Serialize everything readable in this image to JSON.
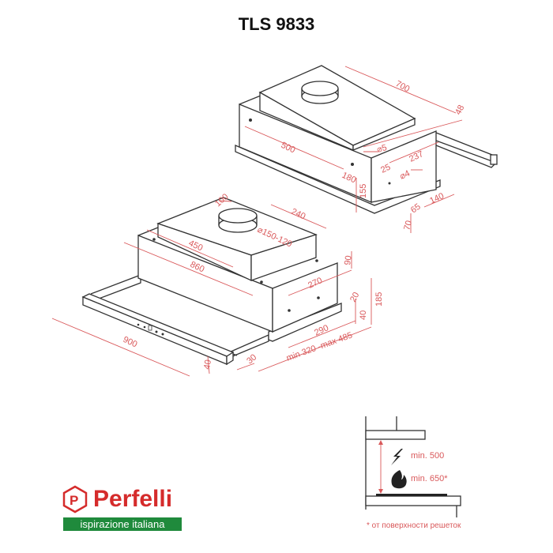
{
  "title": "TLS 9833",
  "top_view_dimensions": {
    "d700": "700",
    "d48": "48",
    "d500": "500",
    "d5": "⌀5",
    "d237": "237",
    "d25": "25",
    "d180": "180",
    "d4": "⌀4",
    "d155": "155",
    "d65": "65",
    "d140": "140",
    "d70": "70"
  },
  "bottom_view_dimensions": {
    "d100": "100",
    "d240": "240",
    "d150": "⌀150-120",
    "d450": "450",
    "d860": "860",
    "d90": "90",
    "d270": "270",
    "d185": "185",
    "d20": "20",
    "d40a": "40",
    "d290": "290",
    "dminmax": "min 320 -max 485",
    "d900": "900",
    "d40b": "40",
    "d30": "30"
  },
  "installation": {
    "electric": "min. 500",
    "gas": "min. 650*",
    "footnote": "* от поверхности решеток"
  },
  "brand": {
    "name": "Perfelli",
    "tagline": "ispirazione italiana",
    "logo_letter": "P",
    "red": "#d52b2b",
    "green": "#1f8a3c"
  },
  "colors": {
    "dimension": "#d9585a",
    "outline": "#333333"
  }
}
